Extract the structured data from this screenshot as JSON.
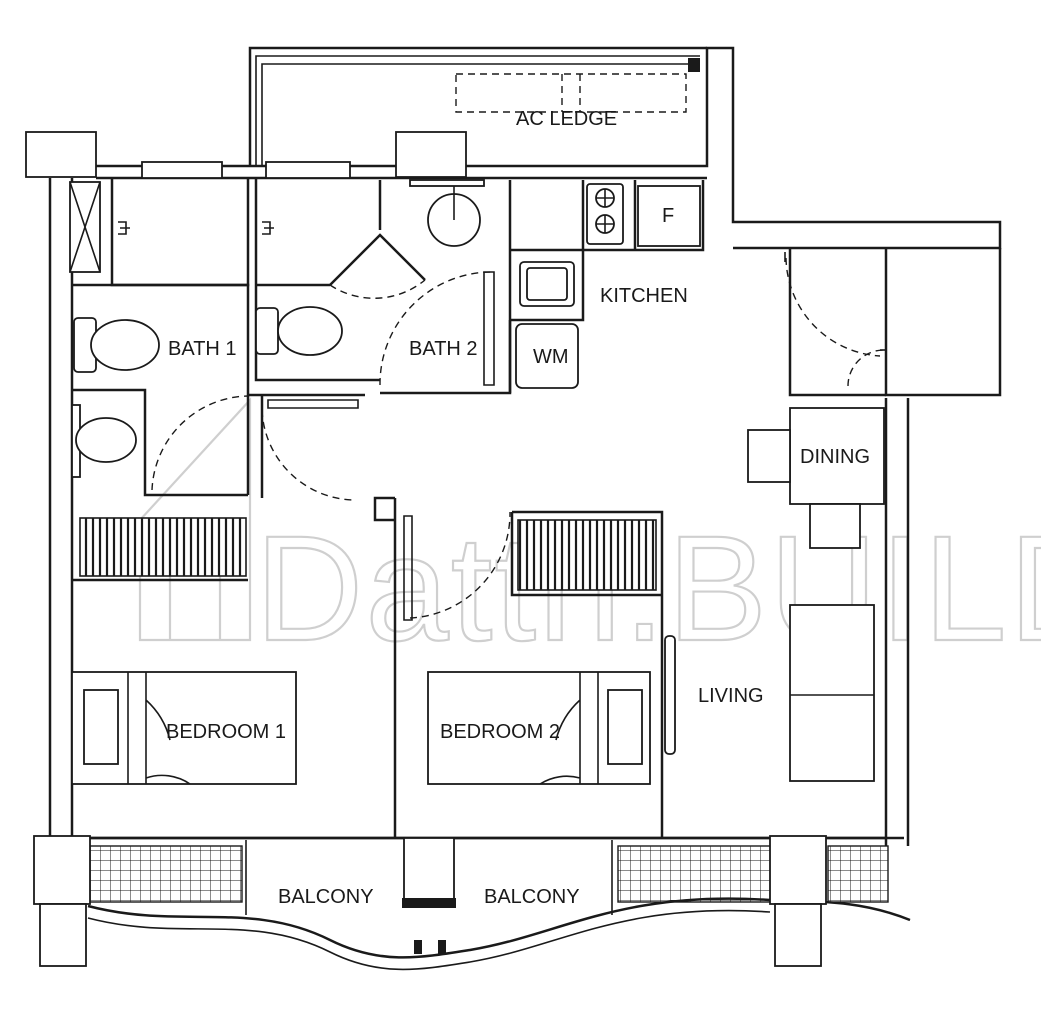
{
  "watermark": "Dattn.BUILD",
  "rooms": {
    "ac_ledge": "AC LEDGE",
    "bath1": "BATH 1",
    "bath2": "BATH 2",
    "kitchen": "KITCHEN",
    "dining": "DINING",
    "living": "LIVING",
    "bedroom1": "BEDROOM 1",
    "bedroom2": "BEDROOM 2",
    "balcony_left": "BALCONY",
    "balcony_right": "BALCONY"
  },
  "fixtures": {
    "fridge": "F",
    "washing_machine": "WM"
  }
}
